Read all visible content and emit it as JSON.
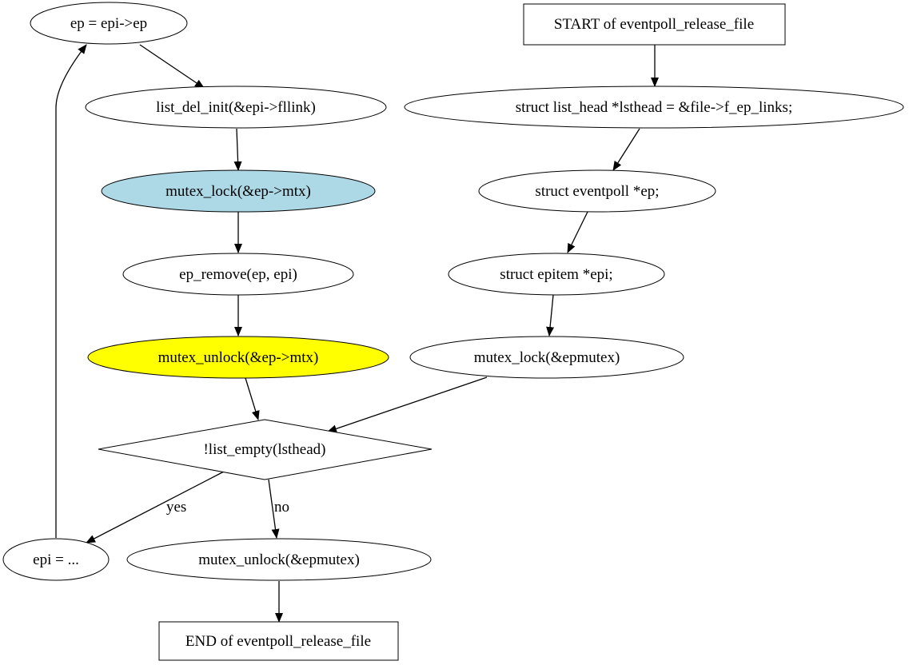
{
  "colors": {
    "background": "#ffffff",
    "stroke": "#000000",
    "mutex_lock_fill": "#add8e6",
    "mutex_unlock_fill": "#ffff00"
  },
  "nodes": {
    "ep_assign": {
      "label": "ep = epi->ep"
    },
    "start": {
      "label": "START of eventpoll_release_file"
    },
    "list_del": {
      "label": "list_del_init(&epi->fllink)"
    },
    "lsthead_decl": {
      "label": "struct list_head *lsthead = &file->f_ep_links;"
    },
    "mutex_lock_ep": {
      "label": "mutex_lock(&ep->mtx)"
    },
    "ep_decl": {
      "label": "struct eventpoll *ep;"
    },
    "ep_remove": {
      "label": "ep_remove(ep, epi)"
    },
    "epi_decl": {
      "label": "struct epitem *epi;"
    },
    "mutex_unlock_ep": {
      "label": "mutex_unlock(&ep->mtx)"
    },
    "mutex_lock_epmutex": {
      "label": "mutex_lock(&epmutex)"
    },
    "condition": {
      "label": "!list_empty(lsthead)"
    },
    "epi_assign": {
      "label": "epi = ..."
    },
    "mutex_unlock_epmutex": {
      "label": "mutex_unlock(&epmutex)"
    },
    "end": {
      "label": "END of eventpoll_release_file"
    }
  },
  "edge_labels": {
    "yes": "yes",
    "no": "no"
  }
}
